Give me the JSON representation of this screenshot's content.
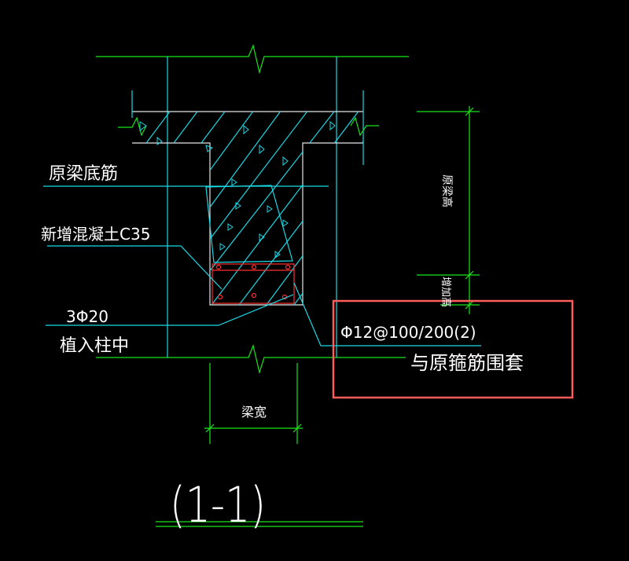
{
  "labels": {
    "beam_bottom_rebar": "原梁底筋",
    "new_concrete": "新增混凝土C35",
    "main_bars": "3Φ20",
    "anchor_into_column": "植入柱中",
    "stirrups": "Φ12@100/200(2)",
    "stirrup_note": "与原箍筋围套",
    "beam_width": "梁宽",
    "beam_height": "原梁高",
    "added_height": "增加高",
    "section_mark": "(1-1)"
  },
  "colors": {
    "background": "#000000",
    "dimension_lines": "#19e619",
    "structure_lines": "#19d9e6",
    "rebar": "#ff3030",
    "text": "#ffffff",
    "highlight_box": "#ff5c5c"
  }
}
